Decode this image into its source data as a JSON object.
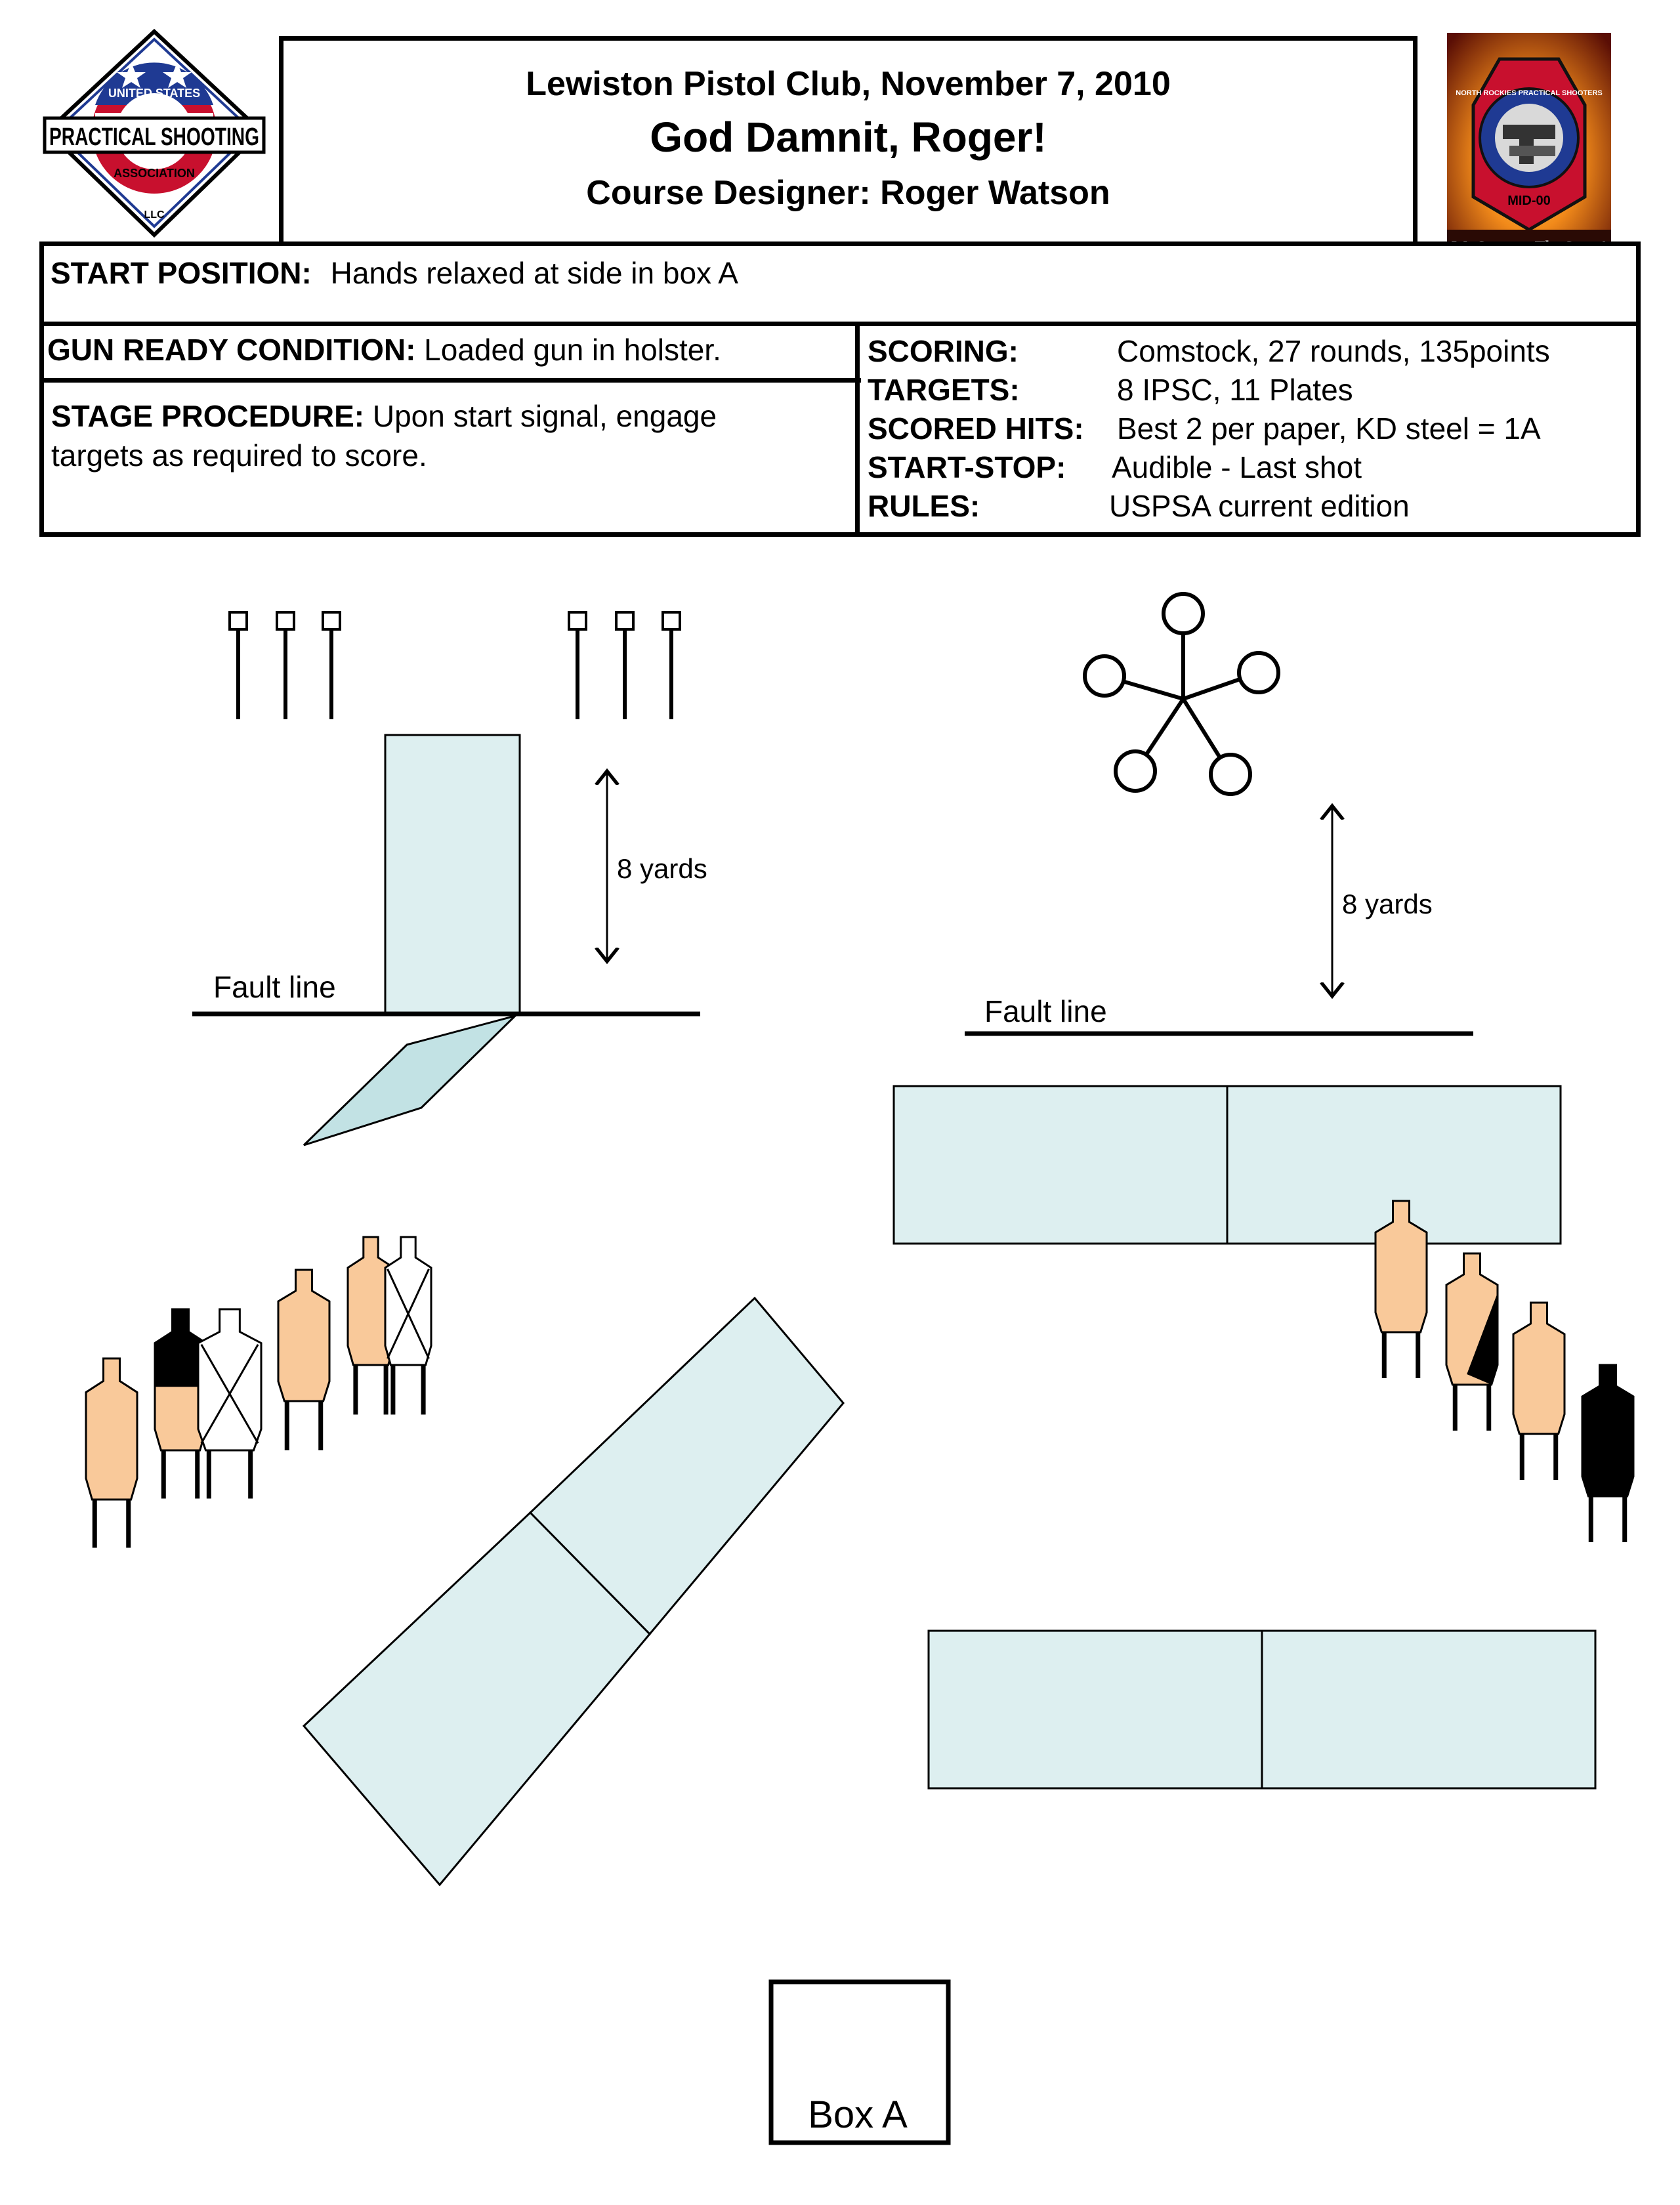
{
  "header": {
    "club_date": "Lewiston Pistol Club, November 7, 2010",
    "stage_name": "God Damnit, Roger!",
    "designer": "Course Designer: Roger Watson"
  },
  "logo_left": {
    "text_top": "UNITED STATES",
    "text_main": "PRACTICAL SHOOTING",
    "text_bottom": "ASSOCIATION",
    "text_llc": "LLC"
  },
  "logo_right": {
    "text_ring": "NORTH ROCKIES PRACTICAL SHOOTERS",
    "text_mid": "MID-00",
    "text_bottom": "We Support The Sport!"
  },
  "start_position": {
    "label": "START POSITION:",
    "value": "Hands relaxed at side in box A"
  },
  "gun_ready": {
    "label": "GUN READY CONDITION:",
    "value": "Loaded gun in holster."
  },
  "procedure": {
    "label": "STAGE PROCEDURE:",
    "value_line1": "Upon start signal, engage",
    "value_line2": "targets as required to score."
  },
  "info": {
    "scoring_label": "SCORING:",
    "scoring_value": "Comstock, 27 rounds, 135points",
    "targets_label": "TARGETS:",
    "targets_value": "8 IPSC, 11 Plates",
    "hits_label": "SCORED HITS:",
    "hits_value": "Best 2 per paper, KD steel = 1A",
    "startstop_label": "START-STOP:",
    "startstop_value": "Audible - Last shot",
    "rules_label": "RULES:",
    "rules_value": "USPSA current edition"
  },
  "diagram": {
    "distance_left": "8 yards",
    "distance_right": "8 yards",
    "fault_left": "Fault line",
    "fault_right": "Fault line",
    "box_a": "Box A"
  },
  "colors": {
    "wall": "#DDEFF0",
    "wall_angled": "#C2E2E4",
    "target_tan": "#F9C99A",
    "target_black": "#000000",
    "logo_red": "#C8102E",
    "logo_blue": "#1F3A93"
  }
}
